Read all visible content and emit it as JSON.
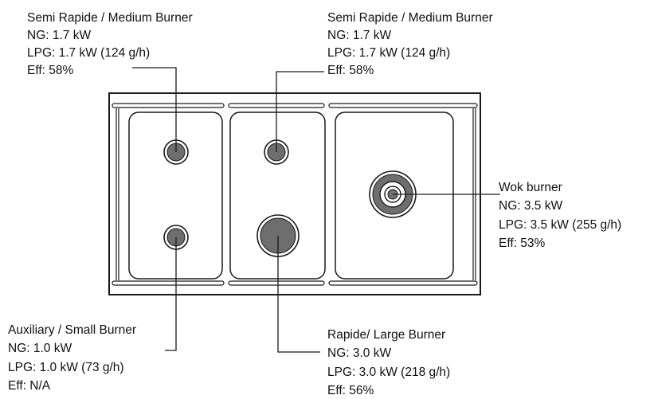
{
  "colors": {
    "outline": "#1a1a1a",
    "burner_fill": "#6e6e6e",
    "background": "#ffffff"
  },
  "burners": {
    "medium_left": {
      "title": "Semi Rapide / Medium Burner",
      "ng": "NG: 1.7 kW",
      "lpg": "LPG: 1.7 kW (124 g/h)",
      "eff": "Eff: 58%"
    },
    "medium_right": {
      "title": "Semi Rapide / Medium Burner",
      "ng": "NG: 1.7 kW",
      "lpg": "LPG: 1.7 kW (124 g/h)",
      "eff": "Eff: 58%"
    },
    "wok": {
      "title": "Wok burner",
      "ng": "NG: 3.5 kW",
      "lpg": "LPG: 3.5 kW (255 g/h)",
      "eff": "Eff: 53%"
    },
    "auxiliary": {
      "title": "Auxiliary / Small Burner",
      "ng": "NG: 1.0 kW",
      "lpg": "LPG: 1.0 kW (73 g/h)",
      "eff": "Eff: N/A"
    },
    "rapid": {
      "title": "Rapide/ Large Burner",
      "ng": "NG: 3.0 kW",
      "lpg": "LPG: 3.0 kW (218 g/h)",
      "eff": "Eff: 56%"
    }
  }
}
